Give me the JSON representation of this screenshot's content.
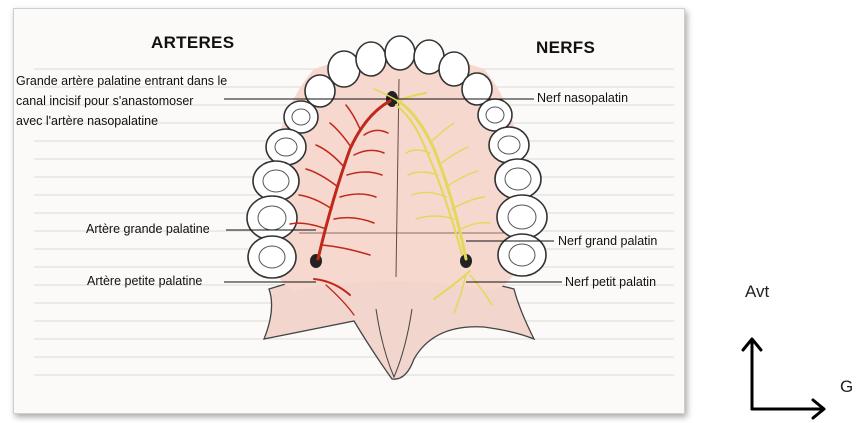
{
  "headings": {
    "left": "ARTERES",
    "right": "NERFS"
  },
  "labels": {
    "incisive_artery": {
      "line1": "Grande artère palatine entrant dans le",
      "line2": "canal incisif pour s'anastomoser",
      "line3": "avec l'artère nasopalatine"
    },
    "greater_palatine_artery": "Artère grande palatine",
    "lesser_palatine_artery": "Artère petite palatine",
    "nasopalatine_nerve": "Nerf nasopalatin",
    "greater_palatine_nerve": "Nerf grand palatin",
    "lesser_palatine_nerve": "Nerf petit palatin"
  },
  "orientation": {
    "forward_label": "Avt",
    "side_label": "G"
  },
  "colors": {
    "artery": "#c0281c",
    "nerve": "#e8e070",
    "palate": "#f4d2c8",
    "tooth_outline": "#333333",
    "leader_line": "#111111"
  }
}
